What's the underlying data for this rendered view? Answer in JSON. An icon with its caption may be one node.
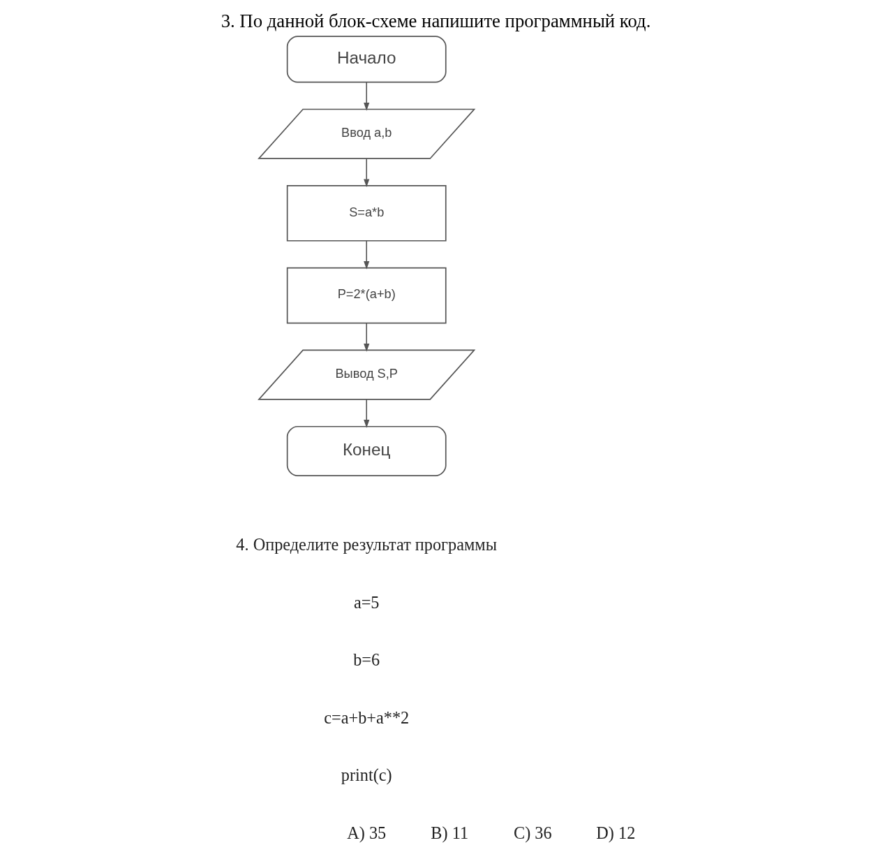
{
  "diagram": {
    "title": "3. По данной блок-схеме напишите программный код.",
    "nodes": [
      {
        "text": [
          "Начало"
        ]
      },
      {
        "text": [
          "Ввод a,b"
        ]
      },
      {
        "text": [
          "S=a*b"
        ]
      },
      {
        "text": [
          "P=2*(a+b)"
        ]
      },
      {
        "text": [
          "Вывод S,P"
        ]
      },
      {
        "text": [
          "Конец"
        ]
      }
    ],
    "edges": [
      {
        "from": 0,
        "to": 1,
        "arrow": "to"
      },
      {
        "from": 1,
        "to": 2,
        "arrow": "to"
      },
      {
        "from": 2,
        "to": 3,
        "arrow": "to"
      },
      {
        "from": 3,
        "to": 4,
        "arrow": "to"
      },
      {
        "from": 4,
        "to": 5,
        "arrow": "to"
      }
    ],
    "labels": [
      "4. Определите результат программы",
      "a=5",
      "b=6",
      "c=a+b+a**2",
      "print(c)",
      "A) 35",
      "B) 11",
      "C) 36",
      "D) 12"
    ]
  }
}
